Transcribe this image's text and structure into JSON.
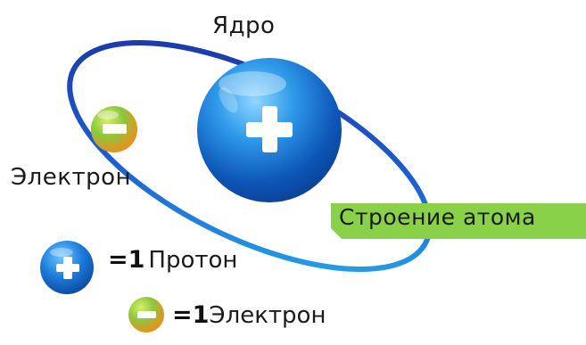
{
  "diagram": {
    "nucleus_label": "Ядро",
    "electron_label": "Электрон",
    "title": "Строение атома"
  },
  "legend": {
    "proton": {
      "equals": "=1",
      "name": "Протон"
    },
    "electron": {
      "equals": "=1",
      "name": "Электрон"
    }
  },
  "colors": {
    "orbit": "#1f3fb0",
    "nucleus": "#1e78d6",
    "electron_green": "#8cc63f",
    "electron_orange": "#f7941d",
    "banner": "#8ad14a"
  }
}
